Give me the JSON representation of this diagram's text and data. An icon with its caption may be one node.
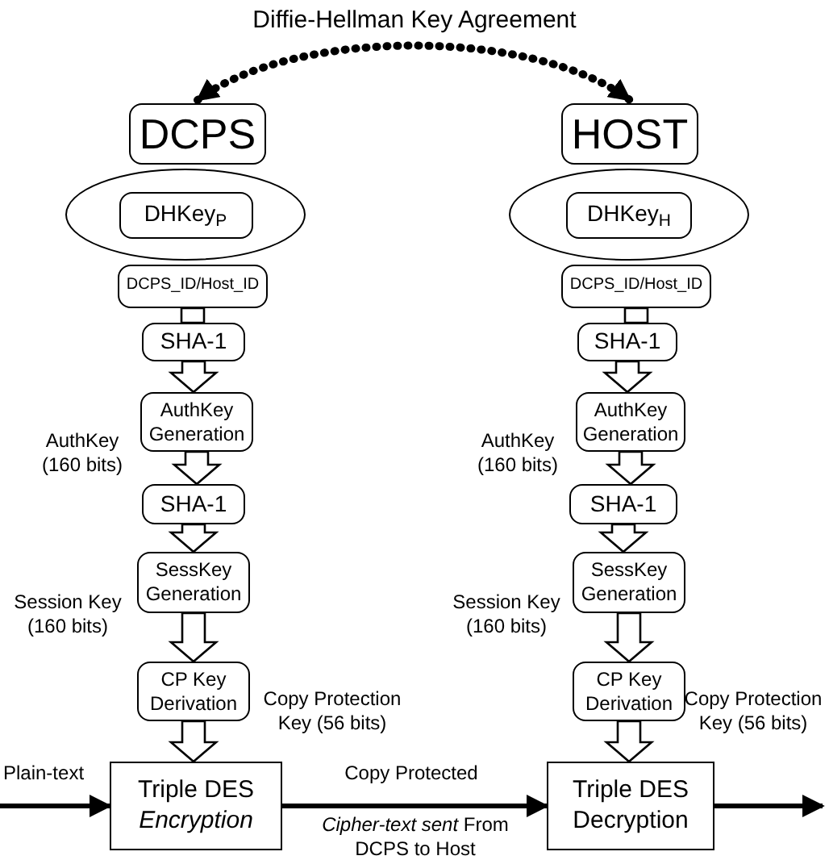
{
  "diagram": {
    "nodes": [
      {
        "text": [],
        "shape": "ellipse"
      },
      {
        "text": [
          "DCPS"
        ]
      },
      {
        "text": [
          "DHKey$_{P}$"
        ],
        "in": 0
      },
      {
        "text": [
          "DCPS_ID/Host_ID"
        ]
      },
      {
        "text": [
          "SHA-1"
        ]
      },
      {
        "text": [
          "AuthKey Generation"
        ]
      },
      {
        "text": [
          "SHA-1"
        ]
      },
      {
        "text": [
          "SessKey Generation"
        ]
      },
      {
        "text": [
          "CP Key Derivation"
        ]
      },
      {
        "text": [
          "Triple DES *Encryption*"
        ]
      },
      {
        "text": [],
        "shape": "ellipse"
      },
      {
        "text": [
          "HOST"
        ]
      },
      {
        "text": [
          "DHKey$_{H}$"
        ],
        "in": 10
      },
      {
        "text": [
          "DCPS_ID/Host_ID"
        ]
      },
      {
        "text": [
          "SHA-1"
        ]
      },
      {
        "text": [
          "AuthKey Generation"
        ]
      },
      {
        "text": [
          "SHA-1"
        ]
      },
      {
        "text": [
          "SessKey Generation"
        ]
      },
      {
        "text": [
          "CP Key Derivation"
        ]
      },
      {
        "text": [
          "Triple DES Decryption"
        ]
      }
    ],
    "edges": [
      {
        "from": 1,
        "to": 11,
        "arrow": "both",
        "style": "dashed",
        "label": "Diffie-Hellman Key Agreement"
      },
      {
        "from": 3,
        "to": 4,
        "arrow": "none"
      },
      {
        "from": 4,
        "to": 5,
        "arrow": "to"
      },
      {
        "from": 5,
        "to": 6,
        "arrow": "to",
        "label": "AuthKey (160 bits)"
      },
      {
        "from": 6,
        "to": 7,
        "arrow": "to"
      },
      {
        "from": 7,
        "to": 8,
        "arrow": "to",
        "label": "Session Key (160 bits)"
      },
      {
        "from": 8,
        "to": 9,
        "arrow": "to",
        "label": "Copy Protection Key (56 bits)"
      },
      {
        "from": 13,
        "to": 14,
        "arrow": "none"
      },
      {
        "from": 14,
        "to": 15,
        "arrow": "to"
      },
      {
        "from": 15,
        "to": 16,
        "arrow": "to",
        "label": "AuthKey (160 bits)"
      },
      {
        "from": 16,
        "to": 17,
        "arrow": "to"
      },
      {
        "from": 17,
        "to": 18,
        "arrow": "to",
        "label": "Session Key (160 bits)"
      },
      {
        "from": 18,
        "to": 19,
        "arrow": "to",
        "label": "Copy Protection Key (56 bits)"
      },
      {
        "from": null,
        "to": 9,
        "arrow": "to",
        "label": "Plain-text"
      },
      {
        "from": 9,
        "to": 19,
        "arrow": "to",
        "label": "Copy Protected"
      },
      {
        "from": 19,
        "to": null,
        "arrow": "to"
      }
    ],
    "labels": [
      "*Cipher-text sent* From DCPS to Host"
    ]
  }
}
